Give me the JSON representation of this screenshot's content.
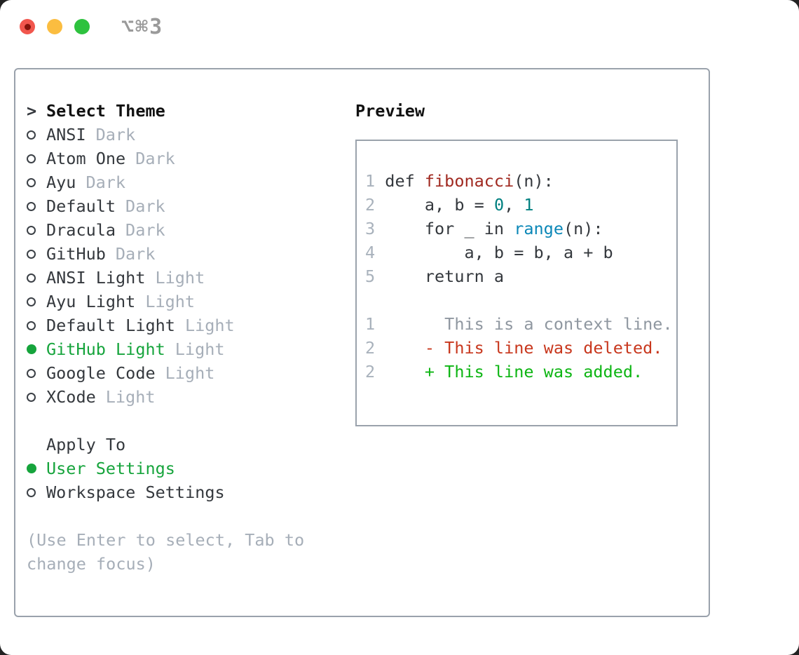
{
  "window": {
    "title": "⌥⌘3",
    "traffic_lights": [
      "close",
      "minimize",
      "zoom"
    ]
  },
  "colors": {
    "ink": "#34383d",
    "muted": "#a6aeb8",
    "muted2": "#a9b2bc",
    "ctx-gray": "#8f97a0",
    "ring": "#3b4046",
    "green-ui": "#16a43c",
    "green-add": "#0db513",
    "red-del": "#c8371d",
    "fn-red": "#a02920",
    "num-teal": "#008080",
    "builtin-blue": "#0b87b7",
    "border-gray": "#9aa2ac",
    "title-gray": "#9a9a9a",
    "tl-red": "#f1564d",
    "tl-red-dot": "#84130b",
    "tl-yellow": "#fbbd40",
    "tl-green": "#2ec23e"
  },
  "theme_picker": {
    "header_prefix": ">",
    "header": "Select Theme",
    "items": [
      {
        "name": "ANSI",
        "tag": "Dark",
        "selected": false
      },
      {
        "name": "Atom One",
        "tag": "Dark",
        "selected": false
      },
      {
        "name": "Ayu",
        "tag": "Dark",
        "selected": false
      },
      {
        "name": "Default",
        "tag": "Dark",
        "selected": false
      },
      {
        "name": "Dracula",
        "tag": "Dark",
        "selected": false
      },
      {
        "name": "GitHub",
        "tag": "Dark",
        "selected": false
      },
      {
        "name": "ANSI Light",
        "tag": "Light",
        "selected": false
      },
      {
        "name": "Ayu Light",
        "tag": "Light",
        "selected": false
      },
      {
        "name": "Default Light",
        "tag": "Light",
        "selected": false
      },
      {
        "name": "GitHub Light",
        "tag": "Light",
        "selected": true
      },
      {
        "name": "Google Code",
        "tag": "Light",
        "selected": false
      },
      {
        "name": "XCode",
        "tag": "Light",
        "selected": false
      }
    ]
  },
  "apply_to": {
    "header": "Apply To",
    "options": [
      {
        "name": "User Settings",
        "selected": true
      },
      {
        "name": "Workspace Settings",
        "selected": false
      }
    ]
  },
  "help_text": "(Use Enter to select, Tab to change focus)",
  "preview": {
    "header": "Preview",
    "lines": [
      {
        "segments": [
          [
            "ln",
            "1 "
          ],
          [
            "code",
            "def "
          ],
          [
            "fn",
            "fibonacci"
          ],
          [
            "code",
            "(n):"
          ]
        ]
      },
      {
        "segments": [
          [
            "ln",
            "2 "
          ],
          [
            "code",
            "    a, b = "
          ],
          [
            "num",
            "0"
          ],
          [
            "code",
            ", "
          ],
          [
            "num",
            "1"
          ]
        ]
      },
      {
        "segments": [
          [
            "ln",
            "3 "
          ],
          [
            "code",
            "    for _ in "
          ],
          [
            "builtin",
            "range"
          ],
          [
            "code",
            "(n):"
          ]
        ]
      },
      {
        "segments": [
          [
            "ln",
            "4 "
          ],
          [
            "code",
            "        a, b = b, a + b"
          ]
        ]
      },
      {
        "segments": [
          [
            "ln",
            "5 "
          ],
          [
            "code",
            "    return a"
          ]
        ]
      },
      {
        "segments": []
      },
      {
        "segments": [
          [
            "ln",
            "1 "
          ],
          [
            "ctx",
            "      This is a context line."
          ]
        ]
      },
      {
        "segments": [
          [
            "ln",
            "2 "
          ],
          [
            "del",
            "    - This line was deleted."
          ]
        ]
      },
      {
        "segments": [
          [
            "ln",
            "2 "
          ],
          [
            "add",
            "    + This line was added."
          ]
        ]
      }
    ]
  }
}
